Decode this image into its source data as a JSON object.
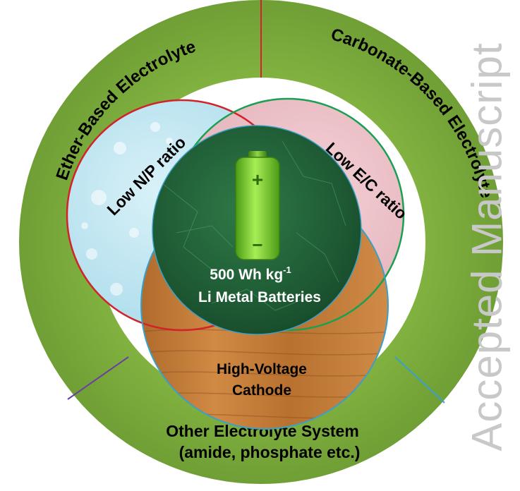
{
  "ring": {
    "ether_label": "Ether-Based Electrolyte",
    "carbonate_label": "Carbonate-Based Electrolyte",
    "other_label_line1": "Other Electrolyte System",
    "other_label_line2": "(amide, phosphate etc.)"
  },
  "circles": {
    "np_label": "Low N/P ratio",
    "ec_label": "Low E/C ratio",
    "cathode_line1": "High-Voltage",
    "cathode_line2": "Cathode"
  },
  "center": {
    "energy_value": "500 Wh kg",
    "energy_sup": "-1",
    "battery_line": "Li Metal Batteries",
    "plus_symbol": "+",
    "minus_symbol": "−"
  },
  "watermark": "Accepted Manuscript",
  "colors": {
    "ring_green": "#7aab3c",
    "ether_circle": "#d2232a",
    "carbonate_circle": "#1aa052",
    "cathode_circle": "#3aa0c8",
    "center_dark_green": "#1f5a32",
    "battery_green": "#7ed321"
  }
}
